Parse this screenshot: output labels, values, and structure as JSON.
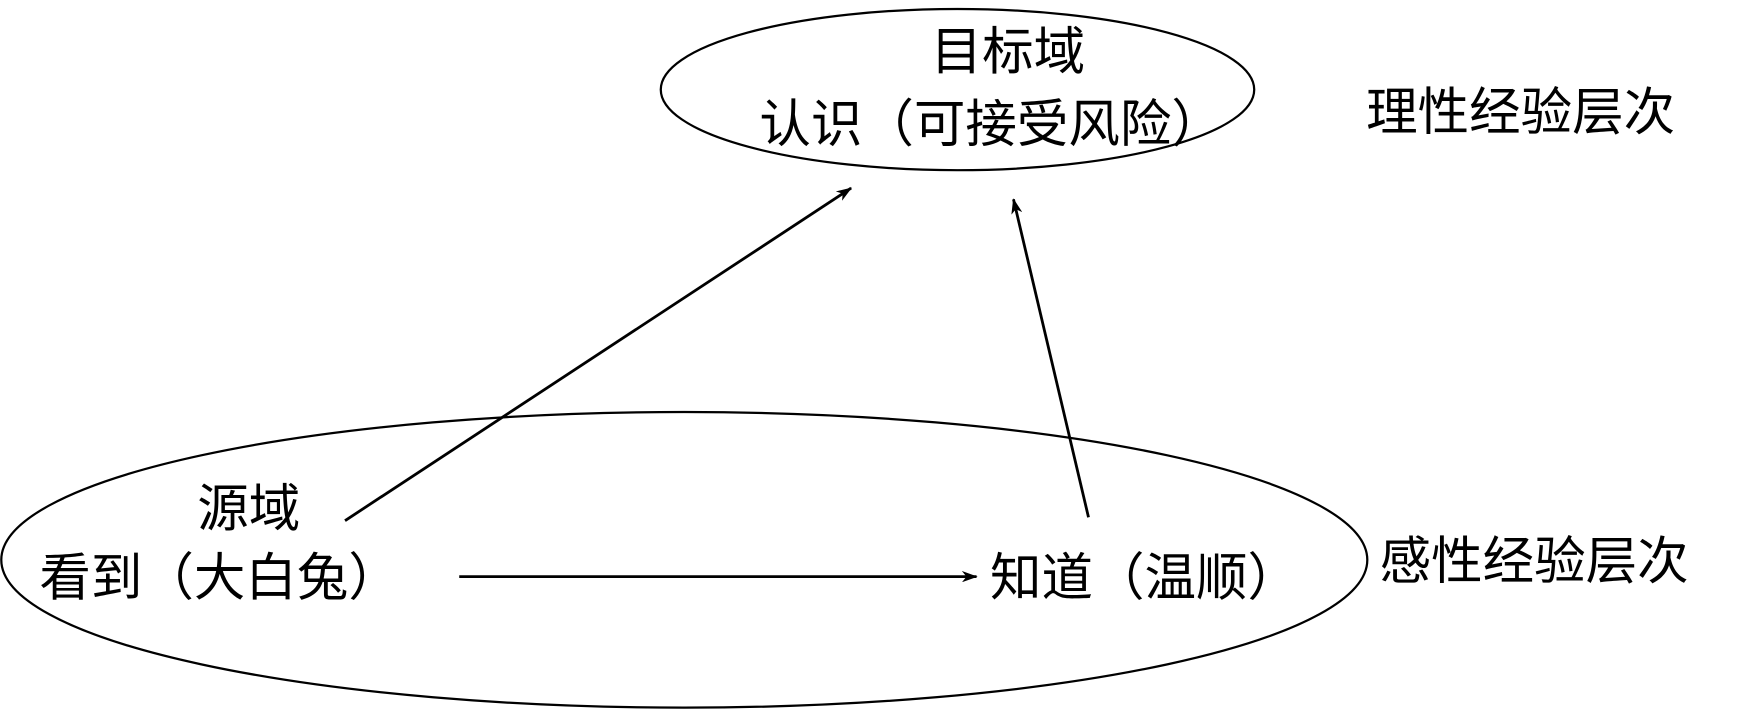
{
  "target_domain": {
    "title": "目标域",
    "content": "认识（可接受风险）"
  },
  "source_domain": {
    "title": "源域",
    "see": "看到（大白兔）",
    "know": "知道（温顺）"
  },
  "levels": {
    "rational": "理性经验层次",
    "perceptual": "感性经验层次"
  }
}
